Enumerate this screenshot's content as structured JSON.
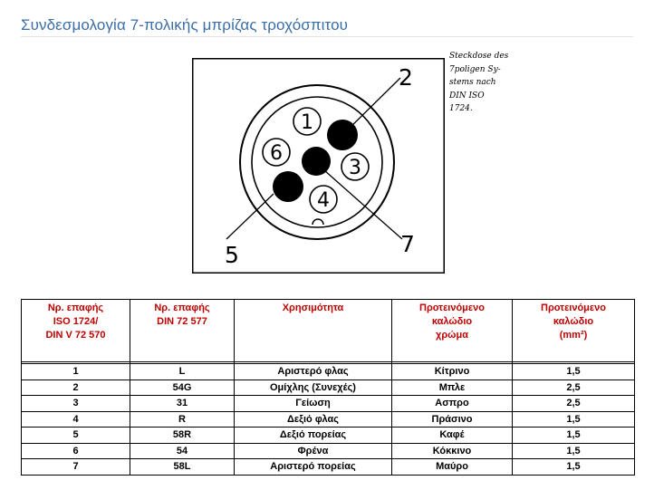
{
  "title": "Συνδεσμολογία 7-πολικής μπρίζας τροχόσπιτου",
  "diagram": {
    "note_lines": [
      "Steckdose des",
      "7poligen Sy-",
      "stems nach",
      "DIN ISO",
      "1724."
    ],
    "pins": [
      {
        "number": "1",
        "filled": false
      },
      {
        "number": "2",
        "filled": true
      },
      {
        "number": "3",
        "filled": false
      },
      {
        "number": "4",
        "filled": false
      },
      {
        "number": "5",
        "filled": true
      },
      {
        "number": "6",
        "filled": false
      },
      {
        "number": "7",
        "filled": true
      }
    ]
  },
  "table": {
    "headers": [
      [
        "Νρ. επαφής",
        "ISO 1724/",
        "DIN V 72 570"
      ],
      [
        "Νρ. επαφής",
        "DIN 72 577"
      ],
      [
        "Χρησιμότητα"
      ],
      [
        "Προτεινόμενο",
        "καλώδιο",
        "χρώμα"
      ],
      [
        "Προτεινόμενο",
        "καλώδιο",
        "(mm²)"
      ]
    ],
    "rows": [
      [
        "1",
        "L",
        "Αριστερό φλας",
        "Κίτρινο",
        "1,5"
      ],
      [
        "2",
        "54G",
        "Ομίχλης (Συνεχές)",
        "Μπλε",
        "2,5"
      ],
      [
        "3",
        "31",
        "Γείωση",
        "Ασπρο",
        "2,5"
      ],
      [
        "4",
        "R",
        "Δεξιό φλας",
        "Πράσινο",
        "1,5"
      ],
      [
        "5",
        "58R",
        "Δεξιό πορείας",
        "Καφέ",
        "1,5"
      ],
      [
        "6",
        "54",
        "Φρένα",
        "Κόκκινο",
        "1,5"
      ],
      [
        "7",
        "58L",
        "Αριστερό πορείας",
        "Μαύρο",
        "1,5"
      ]
    ]
  }
}
